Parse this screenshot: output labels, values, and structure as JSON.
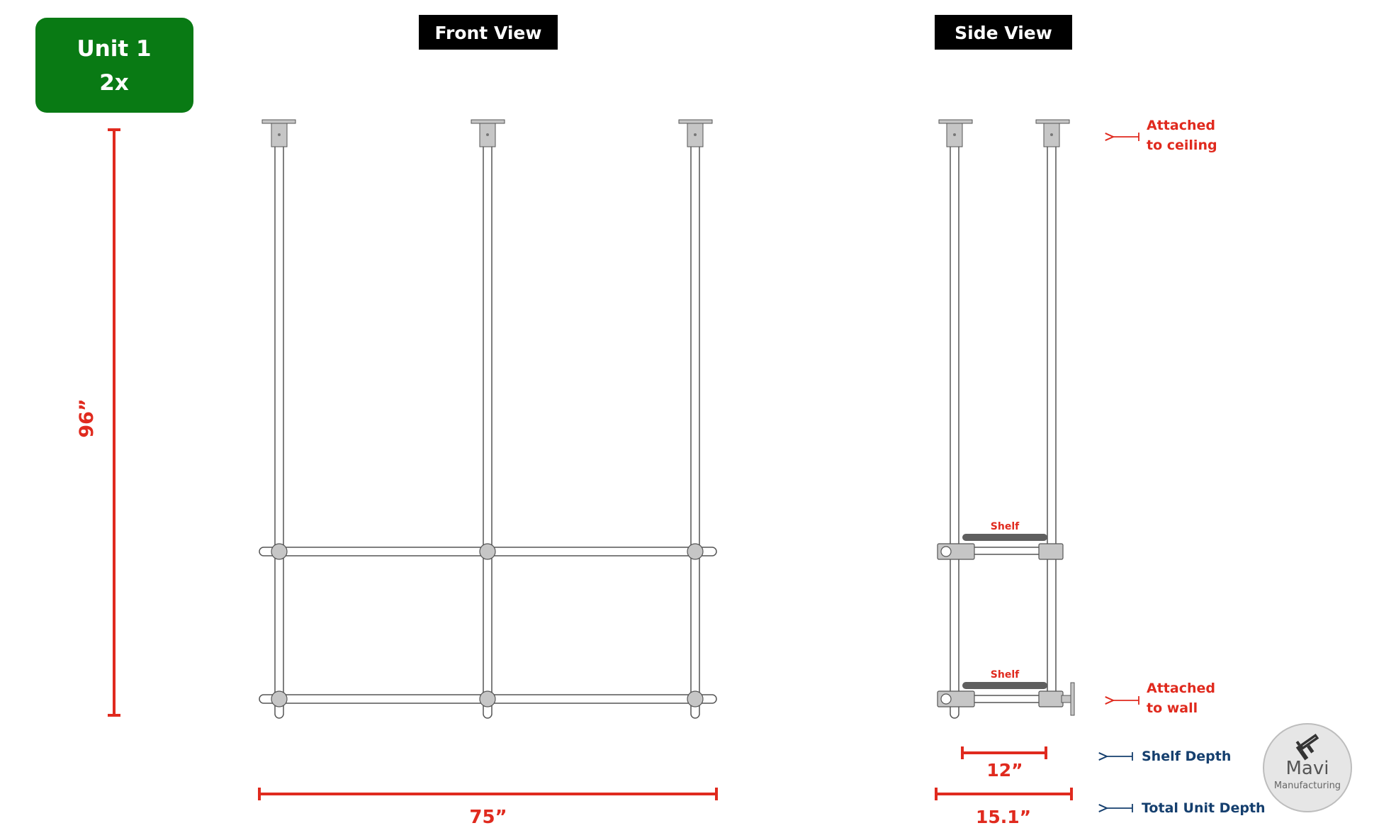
{
  "unit_badge": {
    "title": "Unit 1",
    "quantity": "2x"
  },
  "views": {
    "front_label": "Front View",
    "side_label": "Side View"
  },
  "dimensions": {
    "height": "96”",
    "width": "75”",
    "shelf_depth": "12”",
    "total_depth": "15.1”"
  },
  "shelves": {
    "upper_label": "Shelf",
    "lower_label": "Shelf"
  },
  "annotations": {
    "ceiling_line1": "Attached",
    "ceiling_line2": "to ceiling",
    "wall_line1": "Attached",
    "wall_line2": "to wall",
    "shelf_depth_label": "Shelf Depth",
    "total_depth_label": "Total Unit Depth"
  },
  "logo": {
    "name": "Mavi",
    "subtitle": "Manufacturing",
    "icon": "caliper-icon"
  },
  "colors": {
    "badge_green": "#097a14",
    "dimension_red": "#e02a1e",
    "annotation_blue": "#153f6e",
    "label_black": "#000000",
    "pipe_stroke": "#555555",
    "fitting_gray": "#c6c6c6",
    "shelf_gray": "#5f5f5f",
    "logo_fill": "#e6e6e6"
  }
}
